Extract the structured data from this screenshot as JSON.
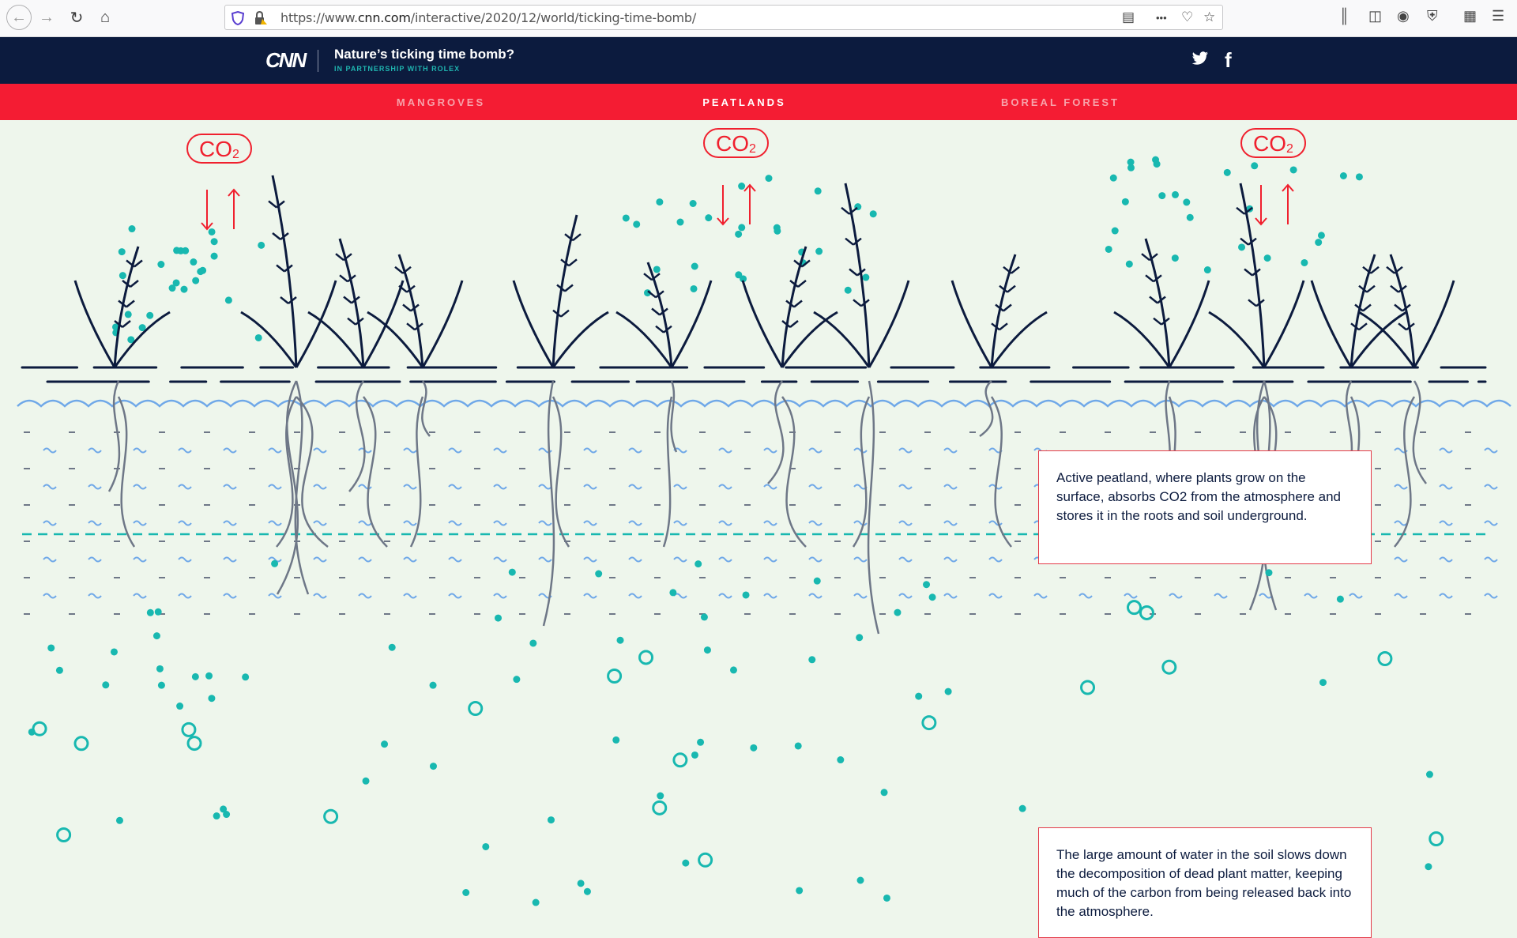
{
  "browser": {
    "url_prefix": "https://www.",
    "url_domain": "cnn.com",
    "url_path": "/interactive/2020/12/world/ticking-time-bomb/",
    "more_label": "•••"
  },
  "header": {
    "logo": "CNN",
    "title": "Nature’s ticking time bomb?",
    "subtitle": "IN PARTNERSHIP WITH ROLEX"
  },
  "sections": [
    {
      "label": "MANGROVES",
      "active": false
    },
    {
      "label": "PEATLANDS",
      "active": true
    },
    {
      "label": "BOREAL FOREST",
      "active": false
    }
  ],
  "illustration": {
    "co2_labels": [
      "CO",
      "CO",
      "CO"
    ],
    "co2_subscript": "2",
    "callouts": [
      "Active peatland, where plants grow on the surface, absorbs CO2 from the atmosphere and stores it in the roots and soil underground.",
      "The large amount of water in the soil slows down the decomposition of dead plant matter, keeping much of the carbon from being released back into the atmosphere."
    ]
  },
  "colors": {
    "navy": "#0c1b3e",
    "red": "#f41c33",
    "teal": "#18b8b0",
    "water_blue": "#6fa8e8",
    "root_gray": "#6e7787",
    "background": "#eef6ec"
  }
}
